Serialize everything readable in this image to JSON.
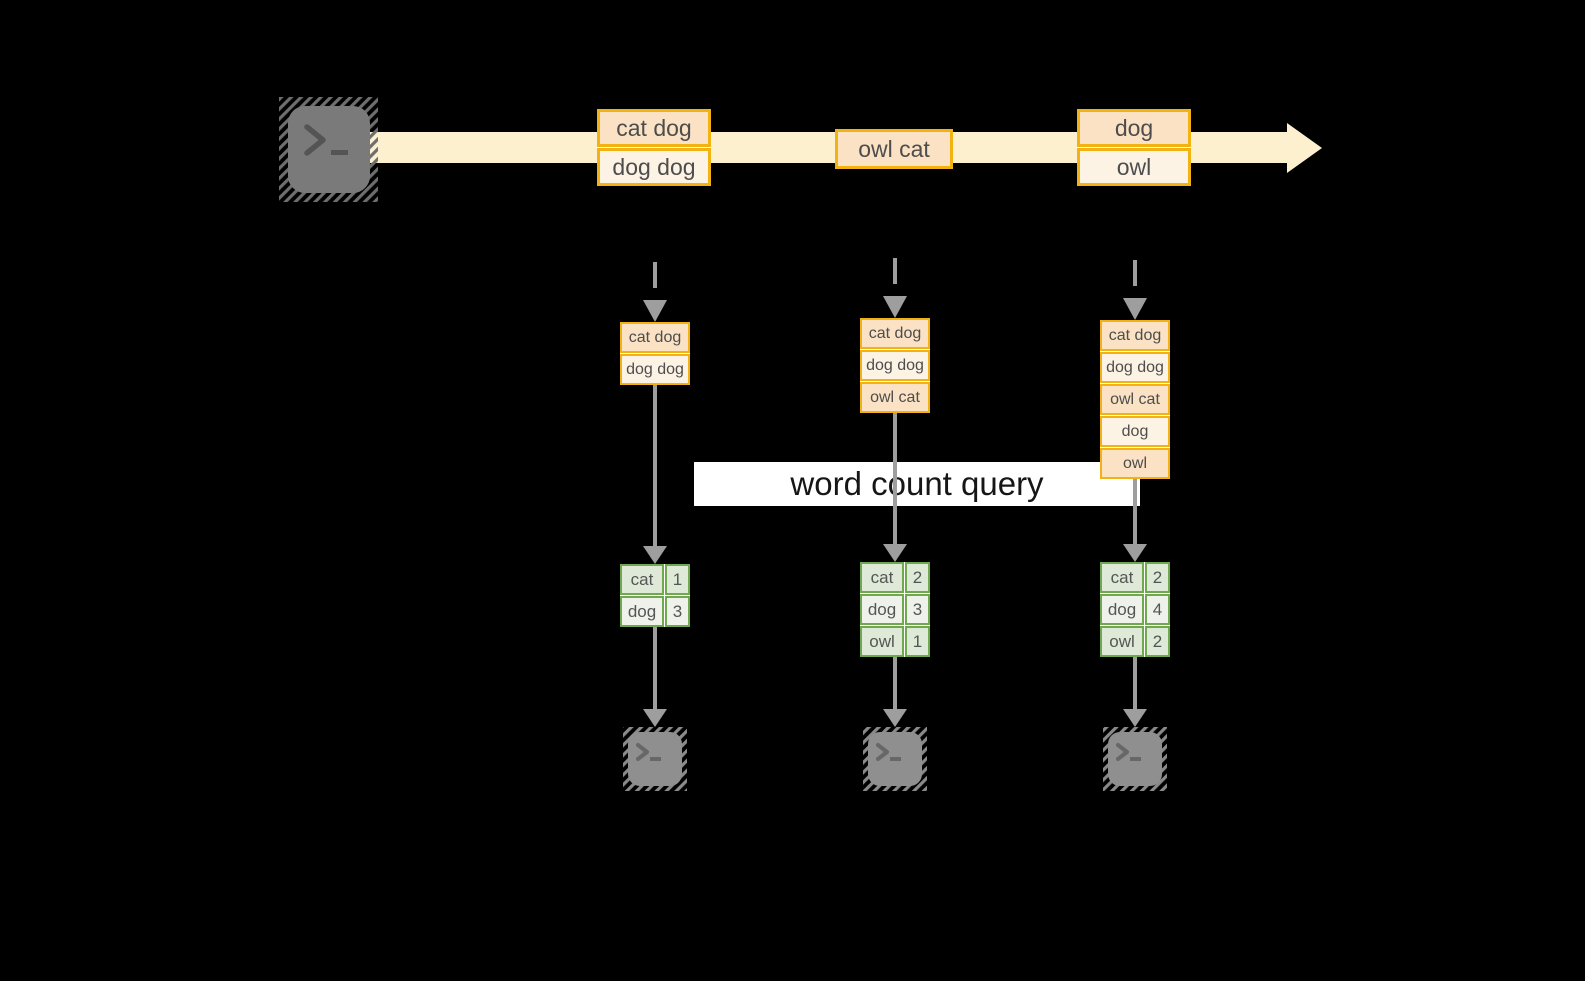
{
  "palette": {
    "gold": "#F2B211",
    "peach": "#FBE2C4",
    "cream": "#FDF3E4",
    "band": "#FCF0CE",
    "green": "#70A84F",
    "green_light": "#DFE9D7",
    "green_lighter": "#EEF2EB",
    "arrow": "#9E9E9E",
    "term_dark": "#7A7A7A",
    "term_light": "#8F8F8F",
    "ink": "#4D4D4D"
  },
  "stream": {
    "source_icon": "terminal-icon",
    "batches": [
      {
        "lines": [
          "cat dog",
          "dog dog"
        ]
      },
      {
        "lines": [
          "owl cat"
        ]
      },
      {
        "lines": [
          "dog",
          "owl"
        ]
      }
    ]
  },
  "query_label": "word count query",
  "columns": [
    {
      "stack": [
        "cat dog",
        "dog dog"
      ],
      "counts": [
        {
          "word": "cat",
          "count": 1
        },
        {
          "word": "dog",
          "count": 3
        }
      ],
      "sink_icon": "terminal-icon"
    },
    {
      "stack": [
        "cat dog",
        "dog dog",
        "owl cat"
      ],
      "counts": [
        {
          "word": "cat",
          "count": 2
        },
        {
          "word": "dog",
          "count": 3
        },
        {
          "word": "owl",
          "count": 1
        }
      ],
      "sink_icon": "terminal-icon"
    },
    {
      "stack": [
        "cat dog",
        "dog dog",
        "owl cat",
        "dog",
        "owl"
      ],
      "counts": [
        {
          "word": "cat",
          "count": 2
        },
        {
          "word": "dog",
          "count": 4
        },
        {
          "word": "owl",
          "count": 2
        }
      ],
      "sink_icon": "terminal-icon"
    }
  ]
}
